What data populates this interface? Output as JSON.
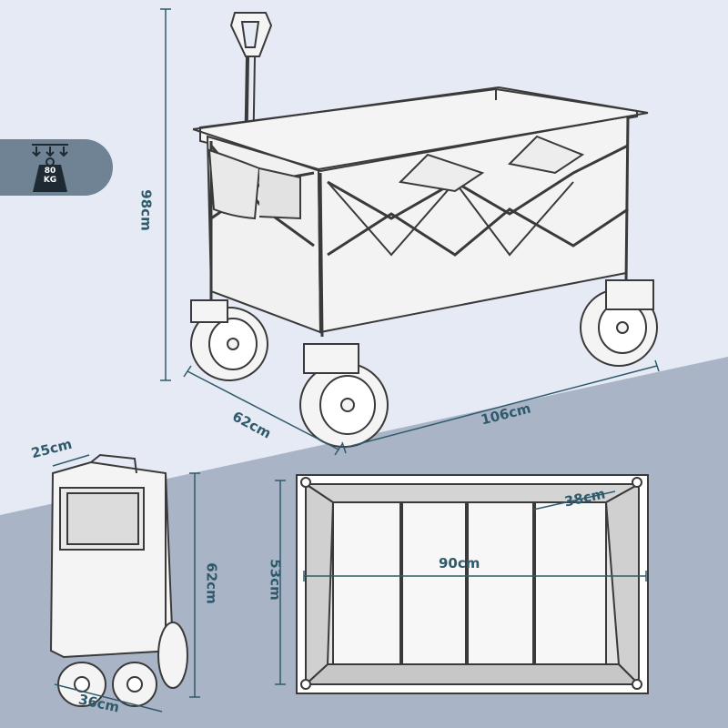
{
  "badge": {
    "weight_value": "80",
    "weight_unit": "KG",
    "icon": "weight-capacity-icon"
  },
  "dimensions": {
    "assembled_height": "98cm",
    "assembled_width": "62cm",
    "assembled_length": "106cm",
    "folded_depth": "25cm",
    "folded_height": "62cm",
    "folded_width": "36cm",
    "interior_width": "53cm",
    "interior_length": "90cm",
    "side_pocket": "38cm"
  },
  "colors": {
    "top_background": "#e6eaf5",
    "bottom_background": "#a9b4c6",
    "dimension_line": "#2f5a6b",
    "badge": "#6f8394"
  }
}
